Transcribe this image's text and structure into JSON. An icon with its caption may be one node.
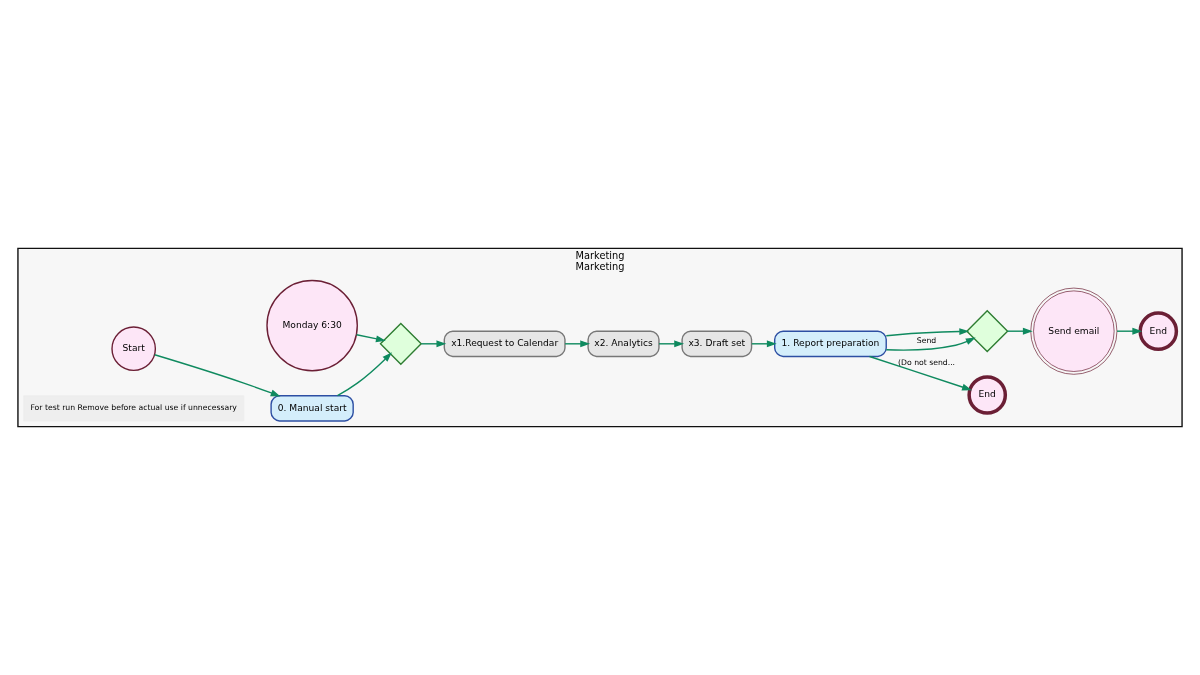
{
  "diagram": {
    "nodes": [
      {
        "text": [
          "Marketing",
          "Marketing"
        ]
      },
      {
        "text": [
          "Monday 6:30"
        ],
        "in": 0
      },
      {
        "text": [
          "Start"
        ],
        "in": 0
      },
      {
        "text": [
          "0. Manual start"
        ],
        "in": 0
      },
      {
        "text": [],
        "shape": "diamond",
        "in": 0
      },
      {
        "text": [
          "x1.Request to Calendar"
        ],
        "in": 0
      },
      {
        "text": [
          "x2. Analytics"
        ],
        "in": 0
      },
      {
        "text": [
          "x3. Draft set"
        ],
        "in": 0
      },
      {
        "text": [
          "1. Report preparation"
        ],
        "in": 0
      },
      {
        "text": [
          "End"
        ],
        "in": 0
      },
      {
        "text": [],
        "shape": "diamond",
        "in": 0
      },
      {
        "text": [
          "Send email"
        ],
        "in": 0
      },
      {
        "text": [
          "End"
        ],
        "in": 0
      },
      {
        "text": [
          "For test run Remove before actual use if unnecessary"
        ],
        "in": 0
      }
    ],
    "edges": [
      {
        "from": 1,
        "to": 4,
        "arrow": "to"
      },
      {
        "from": 2,
        "to": 3,
        "arrow": "to"
      },
      {
        "from": 3,
        "to": 4,
        "arrow": "to"
      },
      {
        "from": 4,
        "to": 5,
        "arrow": "to"
      },
      {
        "from": 5,
        "to": 6,
        "arrow": "to"
      },
      {
        "from": 6,
        "to": 7,
        "arrow": "to"
      },
      {
        "from": 7,
        "to": 8,
        "arrow": "to"
      },
      {
        "from": 8,
        "to": 9,
        "arrow": "to",
        "label": "(Do not send..."
      },
      {
        "from": 8,
        "to": 10,
        "arrow": "to",
        "label": "Send"
      },
      {
        "from": 8,
        "to": 10,
        "arrow": "to"
      },
      {
        "from": 10,
        "to": 11,
        "arrow": "to"
      },
      {
        "from": 11,
        "to": 12,
        "arrow": "to"
      }
    ]
  }
}
